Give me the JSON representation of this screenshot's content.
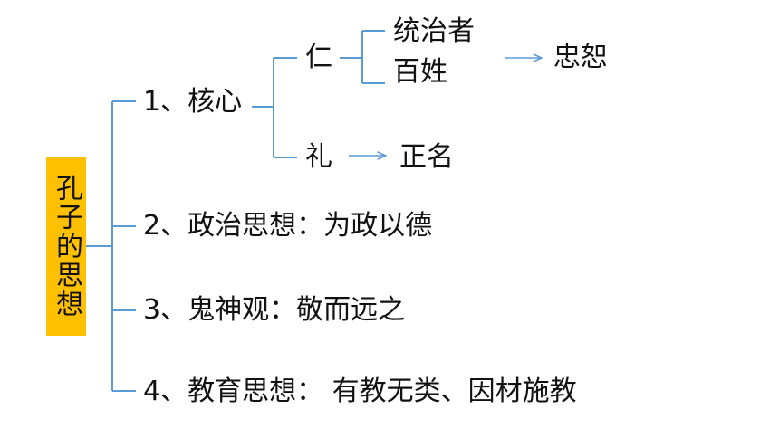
{
  "colors": {
    "root_fill": "#ffc000",
    "connector": "#5b9bd5",
    "text": "#111111"
  },
  "root": {
    "label": "孔子的思想"
  },
  "branches": [
    {
      "label": "1、核心"
    },
    {
      "label": "2、政治思想：为政以德"
    },
    {
      "label": "3、鬼神观：敬而远之"
    },
    {
      "label": "4、教育思想： 有教无类、因材施教"
    }
  ],
  "core": {
    "ren": "仁",
    "ren_children": [
      "统治者",
      "百姓"
    ],
    "ren_result": "忠恕",
    "li": "礼",
    "li_result": "正名"
  }
}
